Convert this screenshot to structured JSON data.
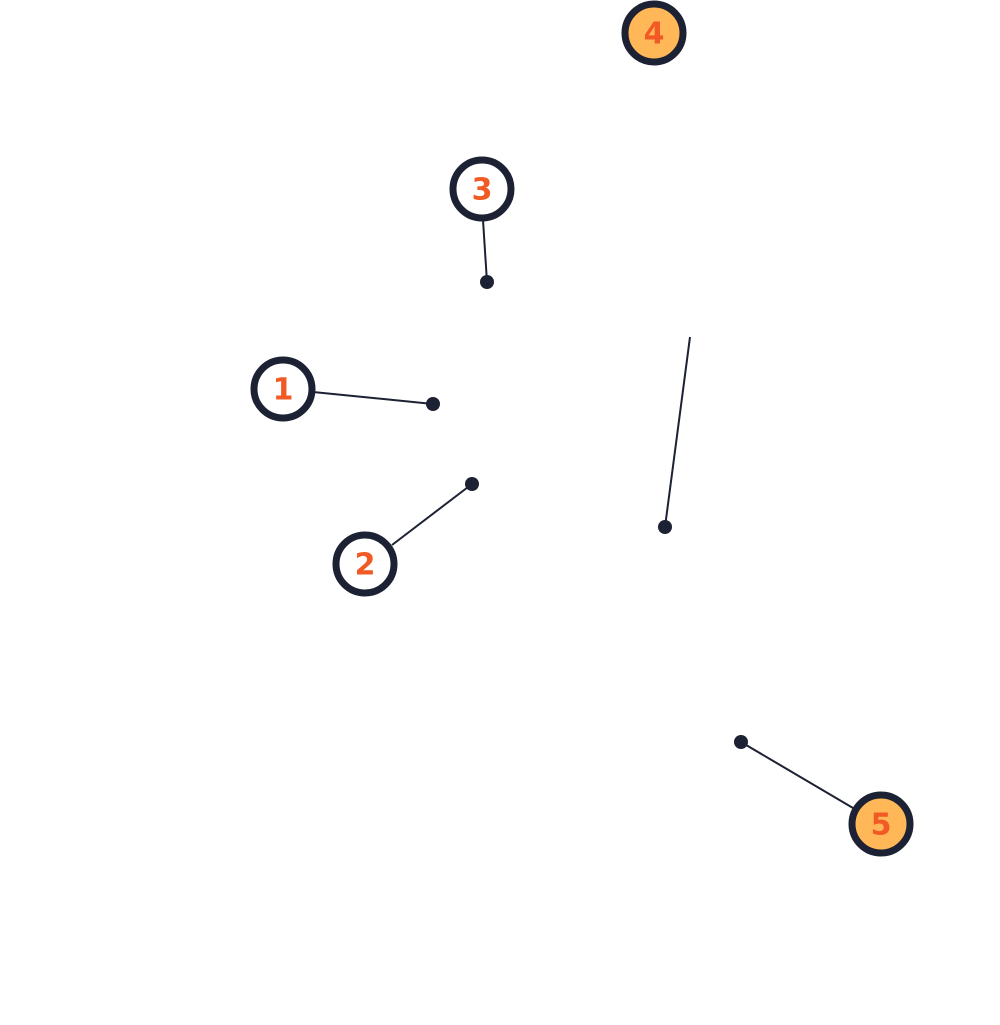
{
  "callouts": [
    {
      "label": "1",
      "style": "outlined"
    },
    {
      "label": "2",
      "style": "outlined"
    },
    {
      "label": "3",
      "style": "outlined"
    },
    {
      "label": "4",
      "style": "filled"
    },
    {
      "label": "5",
      "style": "filled"
    }
  ],
  "colors": {
    "ring": "#1c2133",
    "number": "#f15a24",
    "fill_highlight": "#ffb757",
    "background": "#ffffff"
  }
}
